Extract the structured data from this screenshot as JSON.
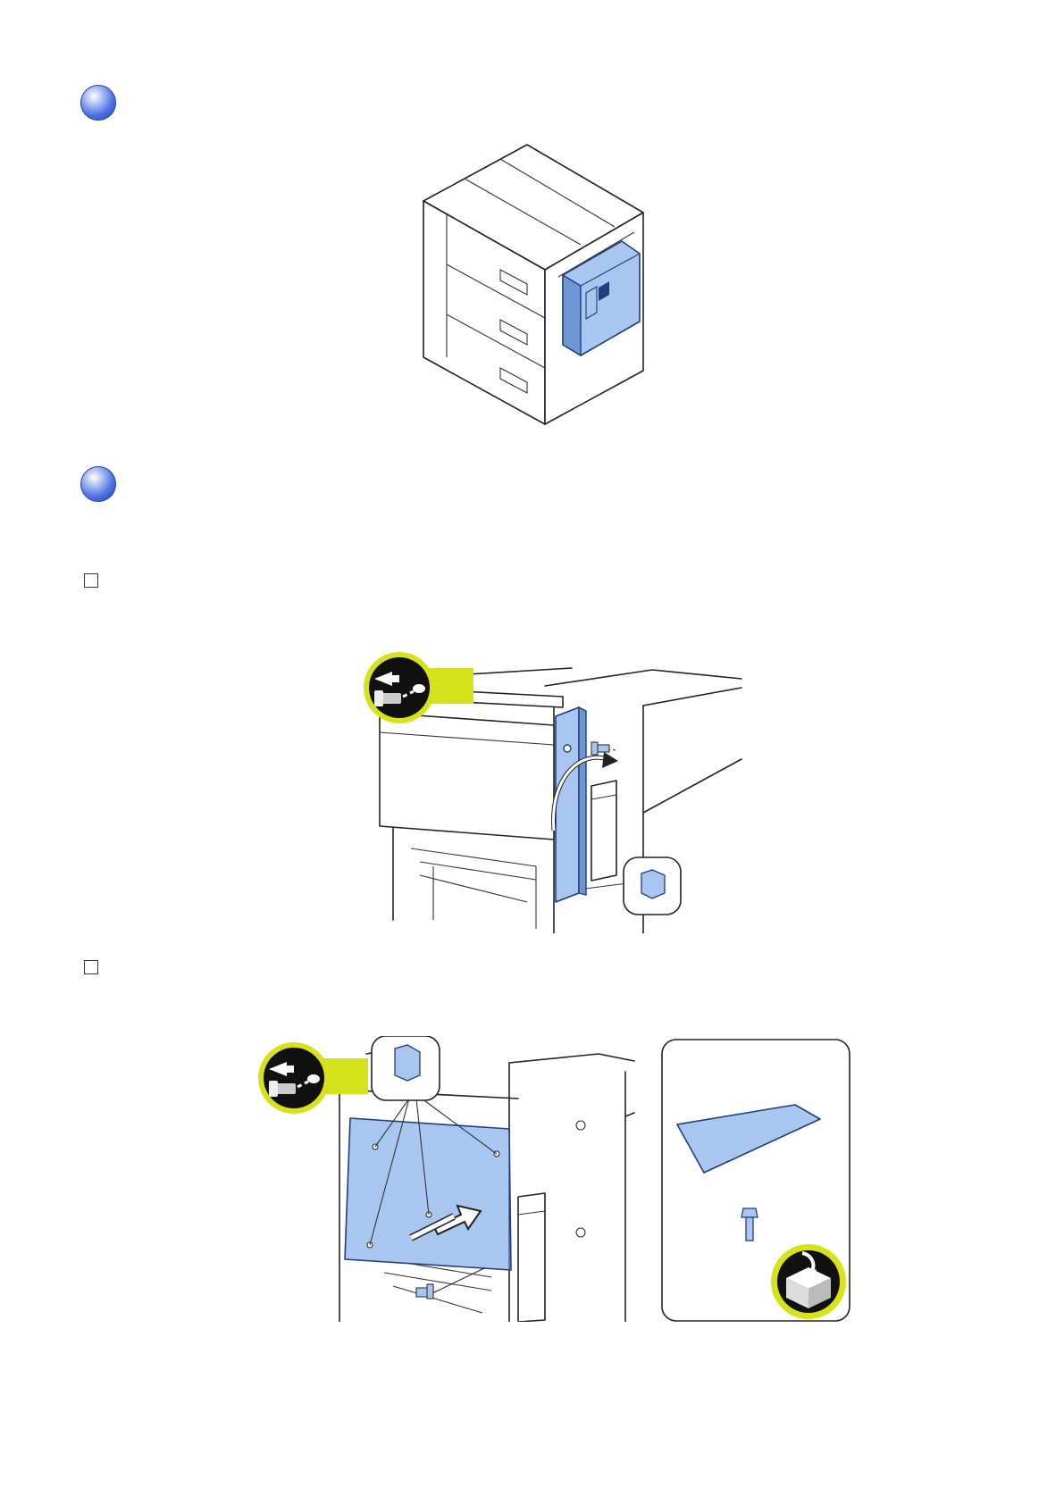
{
  "sections": [
    {
      "id": "location",
      "bullet": "location-bullet"
    },
    {
      "id": "procedure",
      "bullet": "procedure-bullet"
    }
  ],
  "steps": [
    {
      "id": "step-1",
      "icons": [
        "remove-screw-icon",
        "hook-icon"
      ]
    },
    {
      "id": "step-2",
      "icons": [
        "remove-screw-icon",
        "hook-icon",
        "store-in-box-icon"
      ]
    }
  ],
  "colors": {
    "bullet": "#3d67dc",
    "highlight_part": "#a8c6ef",
    "icon_badge": "#d6e21a",
    "outline": "#222222"
  }
}
